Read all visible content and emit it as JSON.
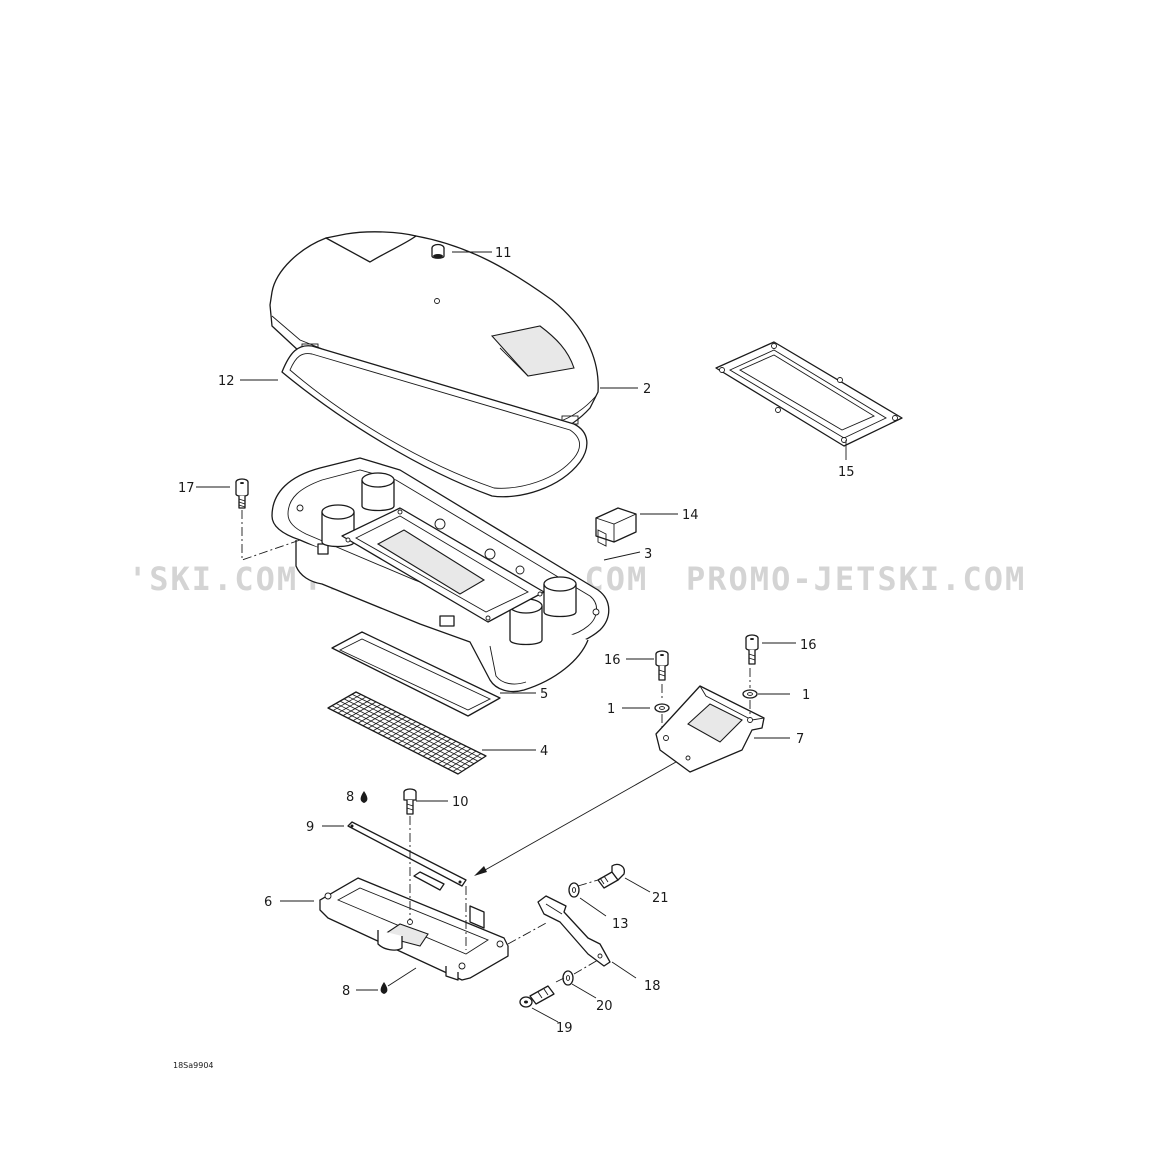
{
  "diagram": {
    "reference_code": "18Sa9904",
    "watermark": {
      "left": "'SKI.COM",
      "middle": "PROMO-JETSKI.COM",
      "right": "PROMO-JETSKI.COM"
    },
    "callouts": {
      "c11": "11",
      "c2": "2",
      "c12": "12",
      "c15": "15",
      "c17": "17",
      "c14": "14",
      "c3": "3",
      "c16a": "16",
      "c16b": "16",
      "c5": "5",
      "c1a": "1",
      "c1b": "1",
      "c7": "7",
      "c4": "4",
      "c8a": "8",
      "c10": "10",
      "c9": "9",
      "c21": "21",
      "c6": "6",
      "c13": "13",
      "c18": "18",
      "c8b": "8",
      "c20": "20",
      "c19": "19"
    },
    "icons": [
      "oil-drop-icon",
      "oil-drop-icon"
    ]
  }
}
